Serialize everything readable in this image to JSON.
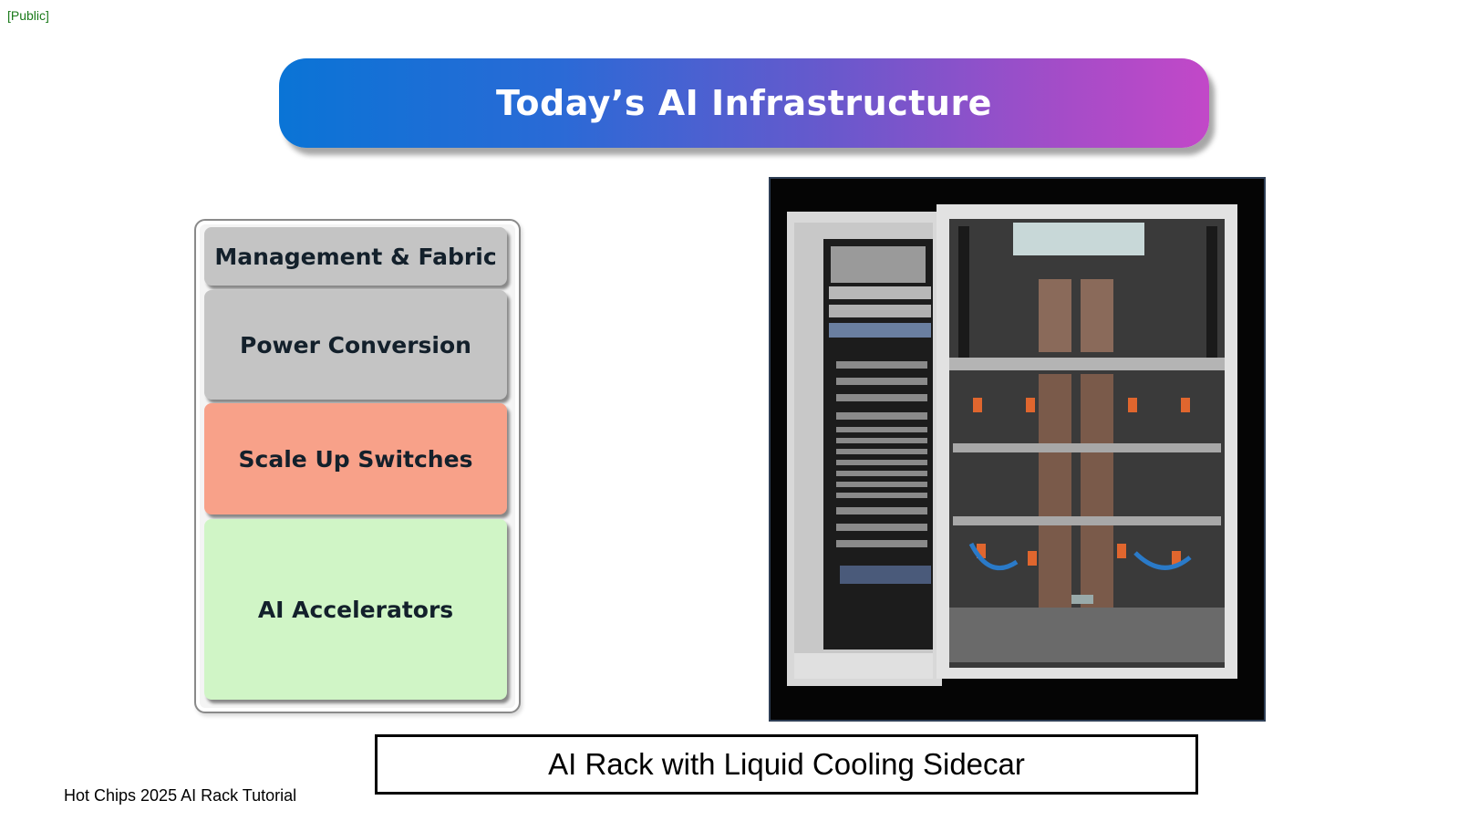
{
  "classification_label": "[Public]",
  "title": "Today’s AI Infrastructure",
  "stack": {
    "layers": [
      {
        "label": "Management & Fabric",
        "color": "#c4c4c4"
      },
      {
        "label": "Power Conversion",
        "color": "#c4c4c4"
      },
      {
        "label": "Scale Up Switches",
        "color": "#f8a189"
      },
      {
        "label": "AI Accelerators",
        "color": "#d0f5c6"
      }
    ]
  },
  "photo": {
    "alt": "AI rack with liquid cooling sidecar photo"
  },
  "caption": "AI Rack with Liquid Cooling Sidecar",
  "footer": "Hot Chips 2025 AI Rack Tutorial",
  "colors": {
    "banner_start": "#0a74d6",
    "banner_end": "#c248c8",
    "classification": "#1a7a1a"
  }
}
